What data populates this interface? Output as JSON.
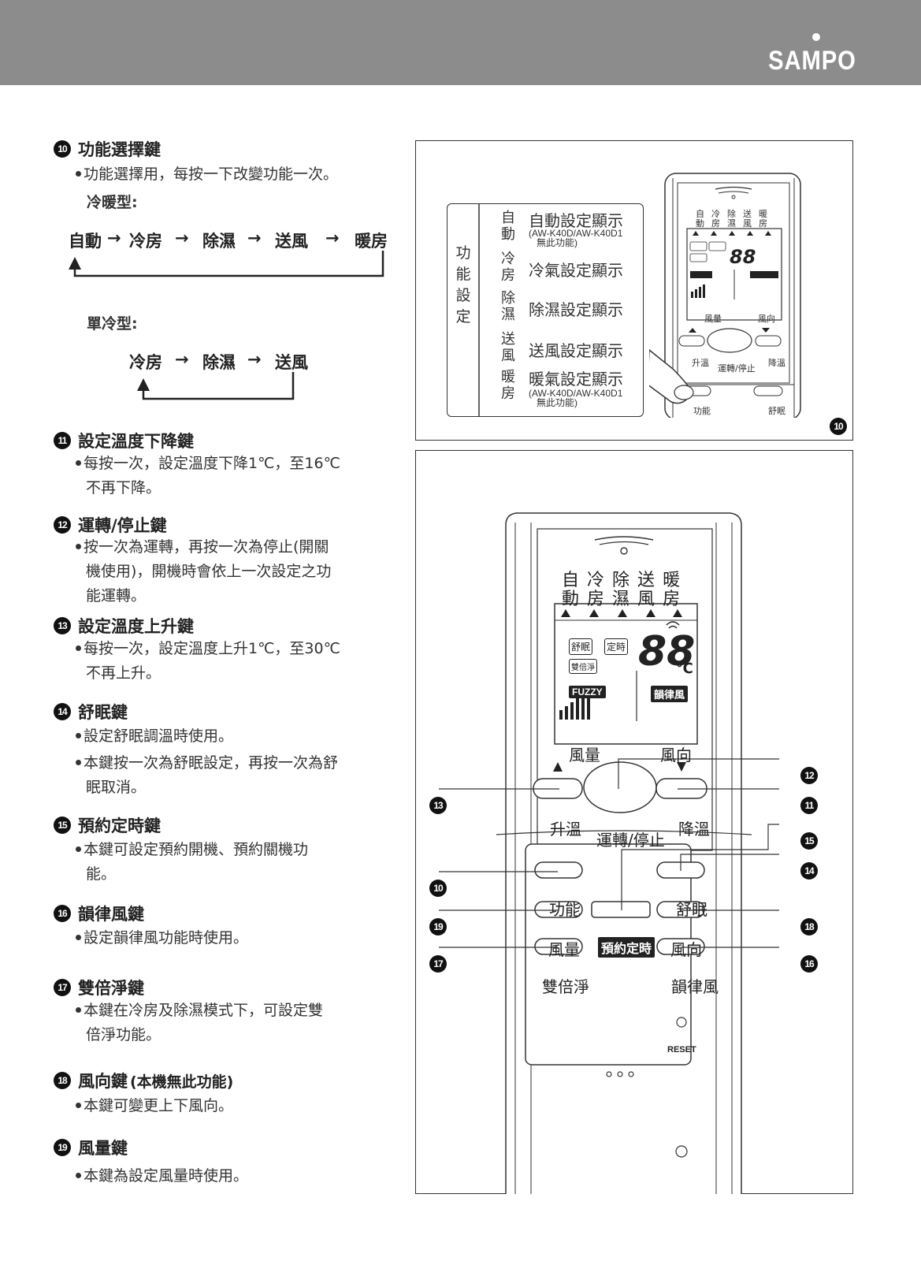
{
  "brand": "SAMPO",
  "sections": [
    {
      "num": "10",
      "title": "功能選擇鍵",
      "suffix": "",
      "lines": [
        "功能選擇用，每按一下改變功能一次。"
      ]
    },
    {
      "num": "11",
      "title": "設定溫度下降鍵",
      "suffix": "",
      "lines": [
        "每按一次，設定溫度下降1℃，至16℃",
        "不再下降。"
      ]
    },
    {
      "num": "12",
      "title": "運轉/停止鍵",
      "suffix": "",
      "lines": [
        "按一次為運轉，再按一次為停止(開關",
        "機使用)，開機時會依上一次設定之功",
        "能運轉。"
      ]
    },
    {
      "num": "13",
      "title": "設定溫度上升鍵",
      "suffix": "",
      "lines": [
        "每按一次，設定溫度上升1℃，至30℃",
        "不再上升。"
      ]
    },
    {
      "num": "14",
      "title": "舒眠鍵",
      "suffix": "",
      "lines": [
        "設定舒眠調溫時使用。"
      ],
      "lines2": [
        "本鍵按一次為舒眠設定，再按一次為舒",
        "眠取消。"
      ]
    },
    {
      "num": "15",
      "title": "預約定時鍵",
      "suffix": "",
      "lines": [
        "本鍵可設定預約開機、預約關機功",
        "能。"
      ]
    },
    {
      "num": "16",
      "title": "韻律風鍵",
      "suffix": "",
      "lines": [
        "設定韻律風功能時使用。"
      ]
    },
    {
      "num": "17",
      "title": "雙倍淨鍵",
      "suffix": "",
      "lines": [
        "本鍵在冷房及除濕模式下，可設定雙",
        "倍淨功能。"
      ]
    },
    {
      "num": "18",
      "title": "風向鍵",
      "suffix": "(本機無此功能)",
      "lines": [
        "本鍵可變更上下風向。"
      ]
    },
    {
      "num": "19",
      "title": "風量鍵",
      "suffix": "",
      "lines": [
        "本鍵為設定風量時使用。"
      ]
    }
  ],
  "heat_cool_label": "冷暖型:",
  "cool_only_label": "單冷型:",
  "flow_heatcool": [
    "自動",
    "冷房",
    "除濕",
    "送風",
    "暖房"
  ],
  "flow_coolonly": [
    "冷房",
    "除濕",
    "送風"
  ],
  "function_table": {
    "side_label": "功能設定",
    "rows": [
      {
        "mode": "自動",
        "text": "自動設定顯示",
        "note": [
          "(AW-K40D/AW-K40D1",
          "無此功能)"
        ]
      },
      {
        "mode": "冷房",
        "text": "冷氣設定顯示",
        "note": []
      },
      {
        "mode": "除濕",
        "text": "除濕設定顯示",
        "note": []
      },
      {
        "mode": "送風",
        "text": "送風設定顯示",
        "note": []
      },
      {
        "mode": "暖房",
        "text": "暖氣設定顯示",
        "note": [
          "(AW-K40D/AW-K40D1",
          "無此功能)"
        ]
      }
    ]
  },
  "remote": {
    "modes_top": [
      "自",
      "冷",
      "除",
      "送",
      "暖"
    ],
    "modes_bottom": [
      "動",
      "房",
      "濕",
      "風",
      "房"
    ],
    "sleep_tag": "舒眠",
    "timer_tag": "定時",
    "double_tag": "雙倍淨",
    "fuzzy_tag": "FUZZY",
    "rhythm_tag": "韻律風",
    "temp_digits": "88",
    "temp_unit": "℃",
    "fan_speed_label": "風量",
    "fan_dir_label": "風向",
    "temp_up_label": "升溫",
    "temp_down_label": "降溫",
    "power_label": "運轉/停止",
    "function_label": "功能",
    "sleep_label": "舒眠",
    "fan_label": "風量",
    "timer_label": "預約定時",
    "direction_label": "風向",
    "double_clean_label": "雙倍淨",
    "rhythm_label": "韻律風",
    "reset_label": "RESET"
  }
}
